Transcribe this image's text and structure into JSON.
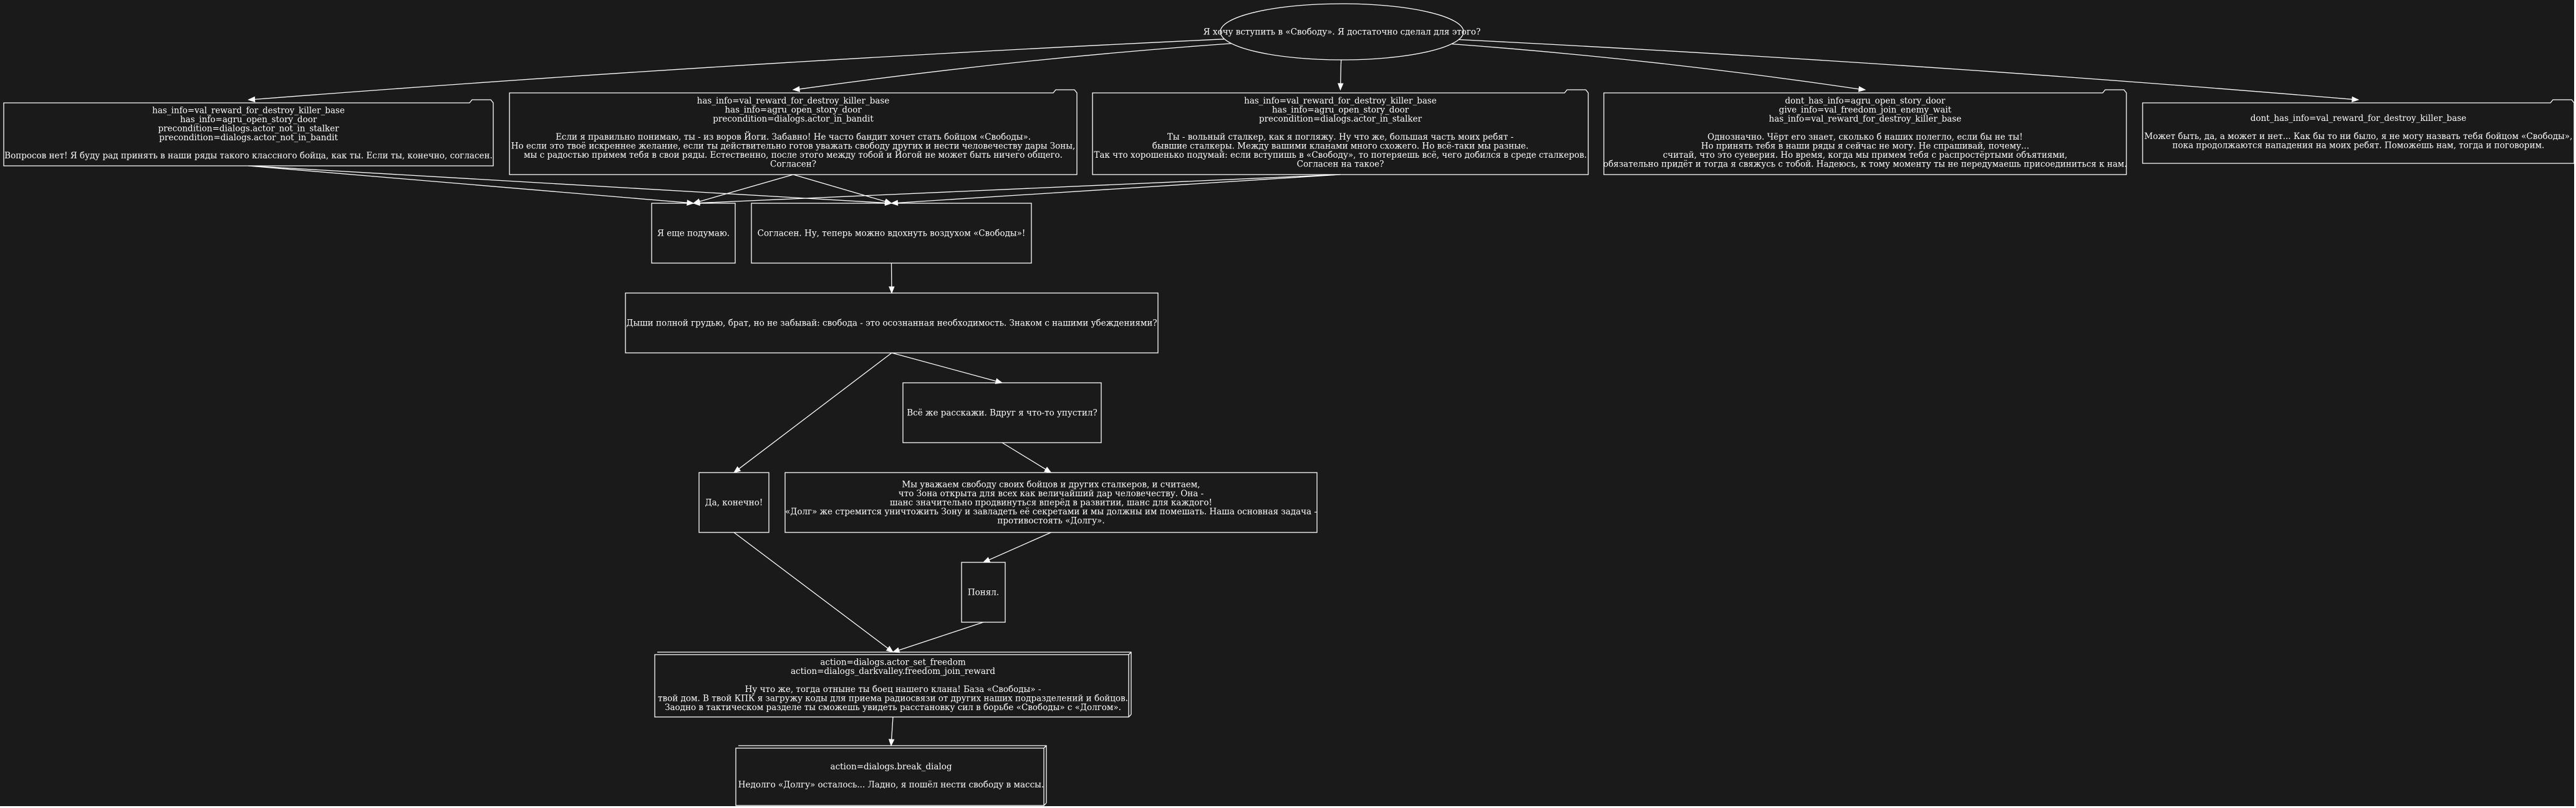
{
  "nodes": {
    "start": {
      "lines": [
        "Я хочу вступить в «Свободу». Я достаточно сделал для этого?"
      ]
    },
    "n1": {
      "lines": [
        "has_info=val_reward_for_destroy_killer_base",
        "has_info=agru_open_story_door",
        "precondition=dialogs.actor_not_in_stalker",
        "precondition=dialogs.actor_not_in_bandit",
        "",
        "Вопросов нет! Я буду рад принять в наши ряды такого классного бойца, как ты. Если ты, конечно, согласен."
      ]
    },
    "n2": {
      "lines": [
        "has_info=val_reward_for_destroy_killer_base",
        "has_info=agru_open_story_door",
        "precondition=dialogs.actor_in_bandit",
        "",
        "Если я правильно понимаю, ты - из воров Йоги. Забавно! Не часто бандит хочет стать бойцом «Свободы».",
        "Но если это твоё искреннее желание, если ты действительно готов уважать свободу других и нести человечеству дары Зоны,",
        "мы с радостью примем тебя в свои ряды. Естественно, после этого между тобой и Йогой не может быть ничего общего.",
        "Согласен?"
      ]
    },
    "n3": {
      "lines": [
        "has_info=val_reward_for_destroy_killer_base",
        "has_info=agru_open_story_door",
        "precondition=dialogs.actor_in_stalker",
        "",
        "Ты - вольный сталкер, как я погляжу. Ну что же, большая часть моих ребят -",
        "бывшие сталкеры. Между вашими кланами много схожего. Но всё-таки мы разные.",
        "Так что хорошенько подумай: если вступишь в «Свободу», то потеряешь всё, чего добился в среде сталкеров.",
        "Согласен на такое?"
      ]
    },
    "n4": {
      "lines": [
        "dont_has_info=agru_open_story_door",
        "give_info=val_freedom_join_enemy_wait",
        "has_info=val_reward_for_destroy_killer_base",
        "",
        "Однозначно. Чёрт его знает, сколько б наших полегло, если бы не ты!",
        "Но принять тебя в наши ряды я сейчас не могу. Не спрашивай, почему...",
        "считай, что это суеверия. Но время, когда мы примем тебя с распростёртыми объятиями,",
        "обязательно придёт и тогда я свяжусь с тобой. Надеюсь, к тому моменту ты не передумаешь присоединиться к нам."
      ]
    },
    "n5": {
      "lines": [
        "dont_has_info=val_reward_for_destroy_killer_base",
        "",
        "Может быть, да, а может и нет... Как бы то ни было, я не могу назвать тебя бойцом «Свободы»,",
        "пока продолжаются нападения на моих ребят. Поможешь нам, тогда и поговорим."
      ]
    },
    "think": {
      "lines": [
        "Я еще подумаю."
      ]
    },
    "agree": {
      "lines": [
        "Согласен. Ну, теперь можно вдохнуть воздухом «Свободы»!"
      ]
    },
    "breathe": {
      "lines": [
        "Дыши полной грудью, брат, но не забывай: свобода - это осознанная необходимость. Знаком с нашими убеждениями?"
      ]
    },
    "tell": {
      "lines": [
        "Всё же расскажи. Вдруг я что-то упустил?"
      ]
    },
    "yes": {
      "lines": [
        "Да, конечно!"
      ]
    },
    "respect": {
      "lines": [
        "Мы уважаем свободу своих бойцов и других сталкеров, и считаем,",
        "что Зона открыта для всех как величайший дар человечеству. Она -",
        "шанс значительно продвинуться вперёд в развитии, шанс для каждого!",
        "«Долг» же стремится уничтожить Зону и завладеть её секретами и мы должны им помешать. Наша основная задача -",
        "противостоять «Долгу»."
      ]
    },
    "understood": {
      "lines": [
        "Понял."
      ]
    },
    "join": {
      "lines": [
        "action=dialogs.actor_set_freedom",
        "action=dialogs_darkvalley.freedom_join_reward",
        "",
        "Ну что же, тогда отныне ты боец нашего клана! База «Свободы» -",
        "твой дом. В твой КПК я загружу коды для приема радиосвязи от других наших подразделений и бойцов.",
        "Заодно в тактическом разделе ты сможешь увидеть расстановку сил в борьбе «Свободы» с «Долгом»."
      ]
    },
    "break": {
      "lines": [
        "action=dialogs.break_dialog",
        "",
        "Недолго «Долгу» осталось... Ладно, я пошёл нести свободу в массы."
      ]
    }
  },
  "edges": [
    [
      "start",
      "n1"
    ],
    [
      "start",
      "n2"
    ],
    [
      "start",
      "n3"
    ],
    [
      "start",
      "n4"
    ],
    [
      "start",
      "n5"
    ],
    [
      "n1",
      "think"
    ],
    [
      "n1",
      "agree"
    ],
    [
      "n2",
      "think"
    ],
    [
      "n2",
      "agree"
    ],
    [
      "n3",
      "think"
    ],
    [
      "n3",
      "agree"
    ],
    [
      "agree",
      "breathe"
    ],
    [
      "breathe",
      "yes"
    ],
    [
      "breathe",
      "tell"
    ],
    [
      "tell",
      "respect"
    ],
    [
      "respect",
      "understood"
    ],
    [
      "yes",
      "join"
    ],
    [
      "understood",
      "join"
    ],
    [
      "join",
      "break"
    ]
  ]
}
